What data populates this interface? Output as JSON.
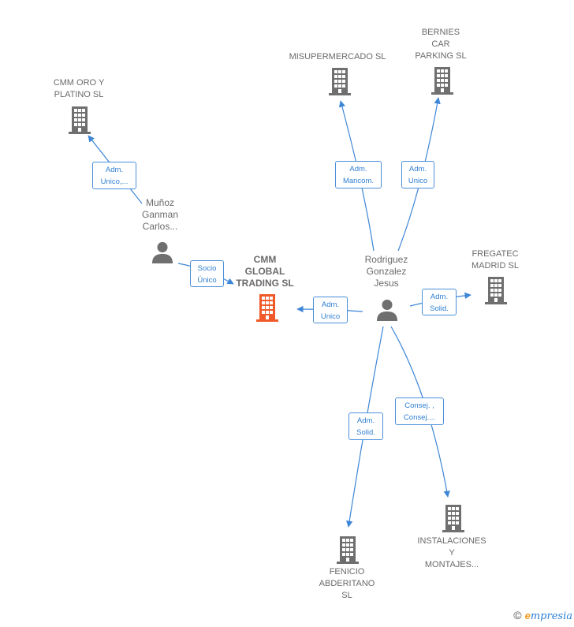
{
  "companies": {
    "cmm_oro": "CMM ORO Y\nPLATINO  SL",
    "misupermercado": "MISUPERMERCADO SL",
    "bernies": "BERNIES\nCAR\nPARKING SL",
    "fregatec": "FREGATEC\nMADRID  SL",
    "cmm_global": "CMM\nGLOBAL\nTRADING  SL",
    "fenicio": "FENICIO\nABDERITANO\nSL",
    "instalaciones": "INSTALACIONES\nY\nMONTAJES..."
  },
  "persons": {
    "munoz": "Muñoz\nGanman\nCarlos...",
    "rodriguez": "Rodriguez\nGonzalez\nJesus"
  },
  "edges": {
    "munoz_cmm_oro": "Adm.\nUnico,...",
    "munoz_cmm_global": "Socio\nÚnico",
    "rod_misuper": "Adm.\nMancom.",
    "rod_bernies": "Adm.\nUnico",
    "rod_fregatec": "Adm.\nSolid.",
    "rod_cmm_global": "Adm.\nUnico",
    "rod_fenicio": "Adm.\nSolid.",
    "rod_instalaciones": "Consej. ,\nConsej...."
  },
  "colors": {
    "edge": "#3d86d6",
    "building_gray": "#6f6f6f",
    "building_focus": "#f05a28",
    "person": "#6f6f6f"
  },
  "footer": {
    "copyright": "©",
    "brand_initial": "e",
    "brand_rest": "mpresia"
  }
}
